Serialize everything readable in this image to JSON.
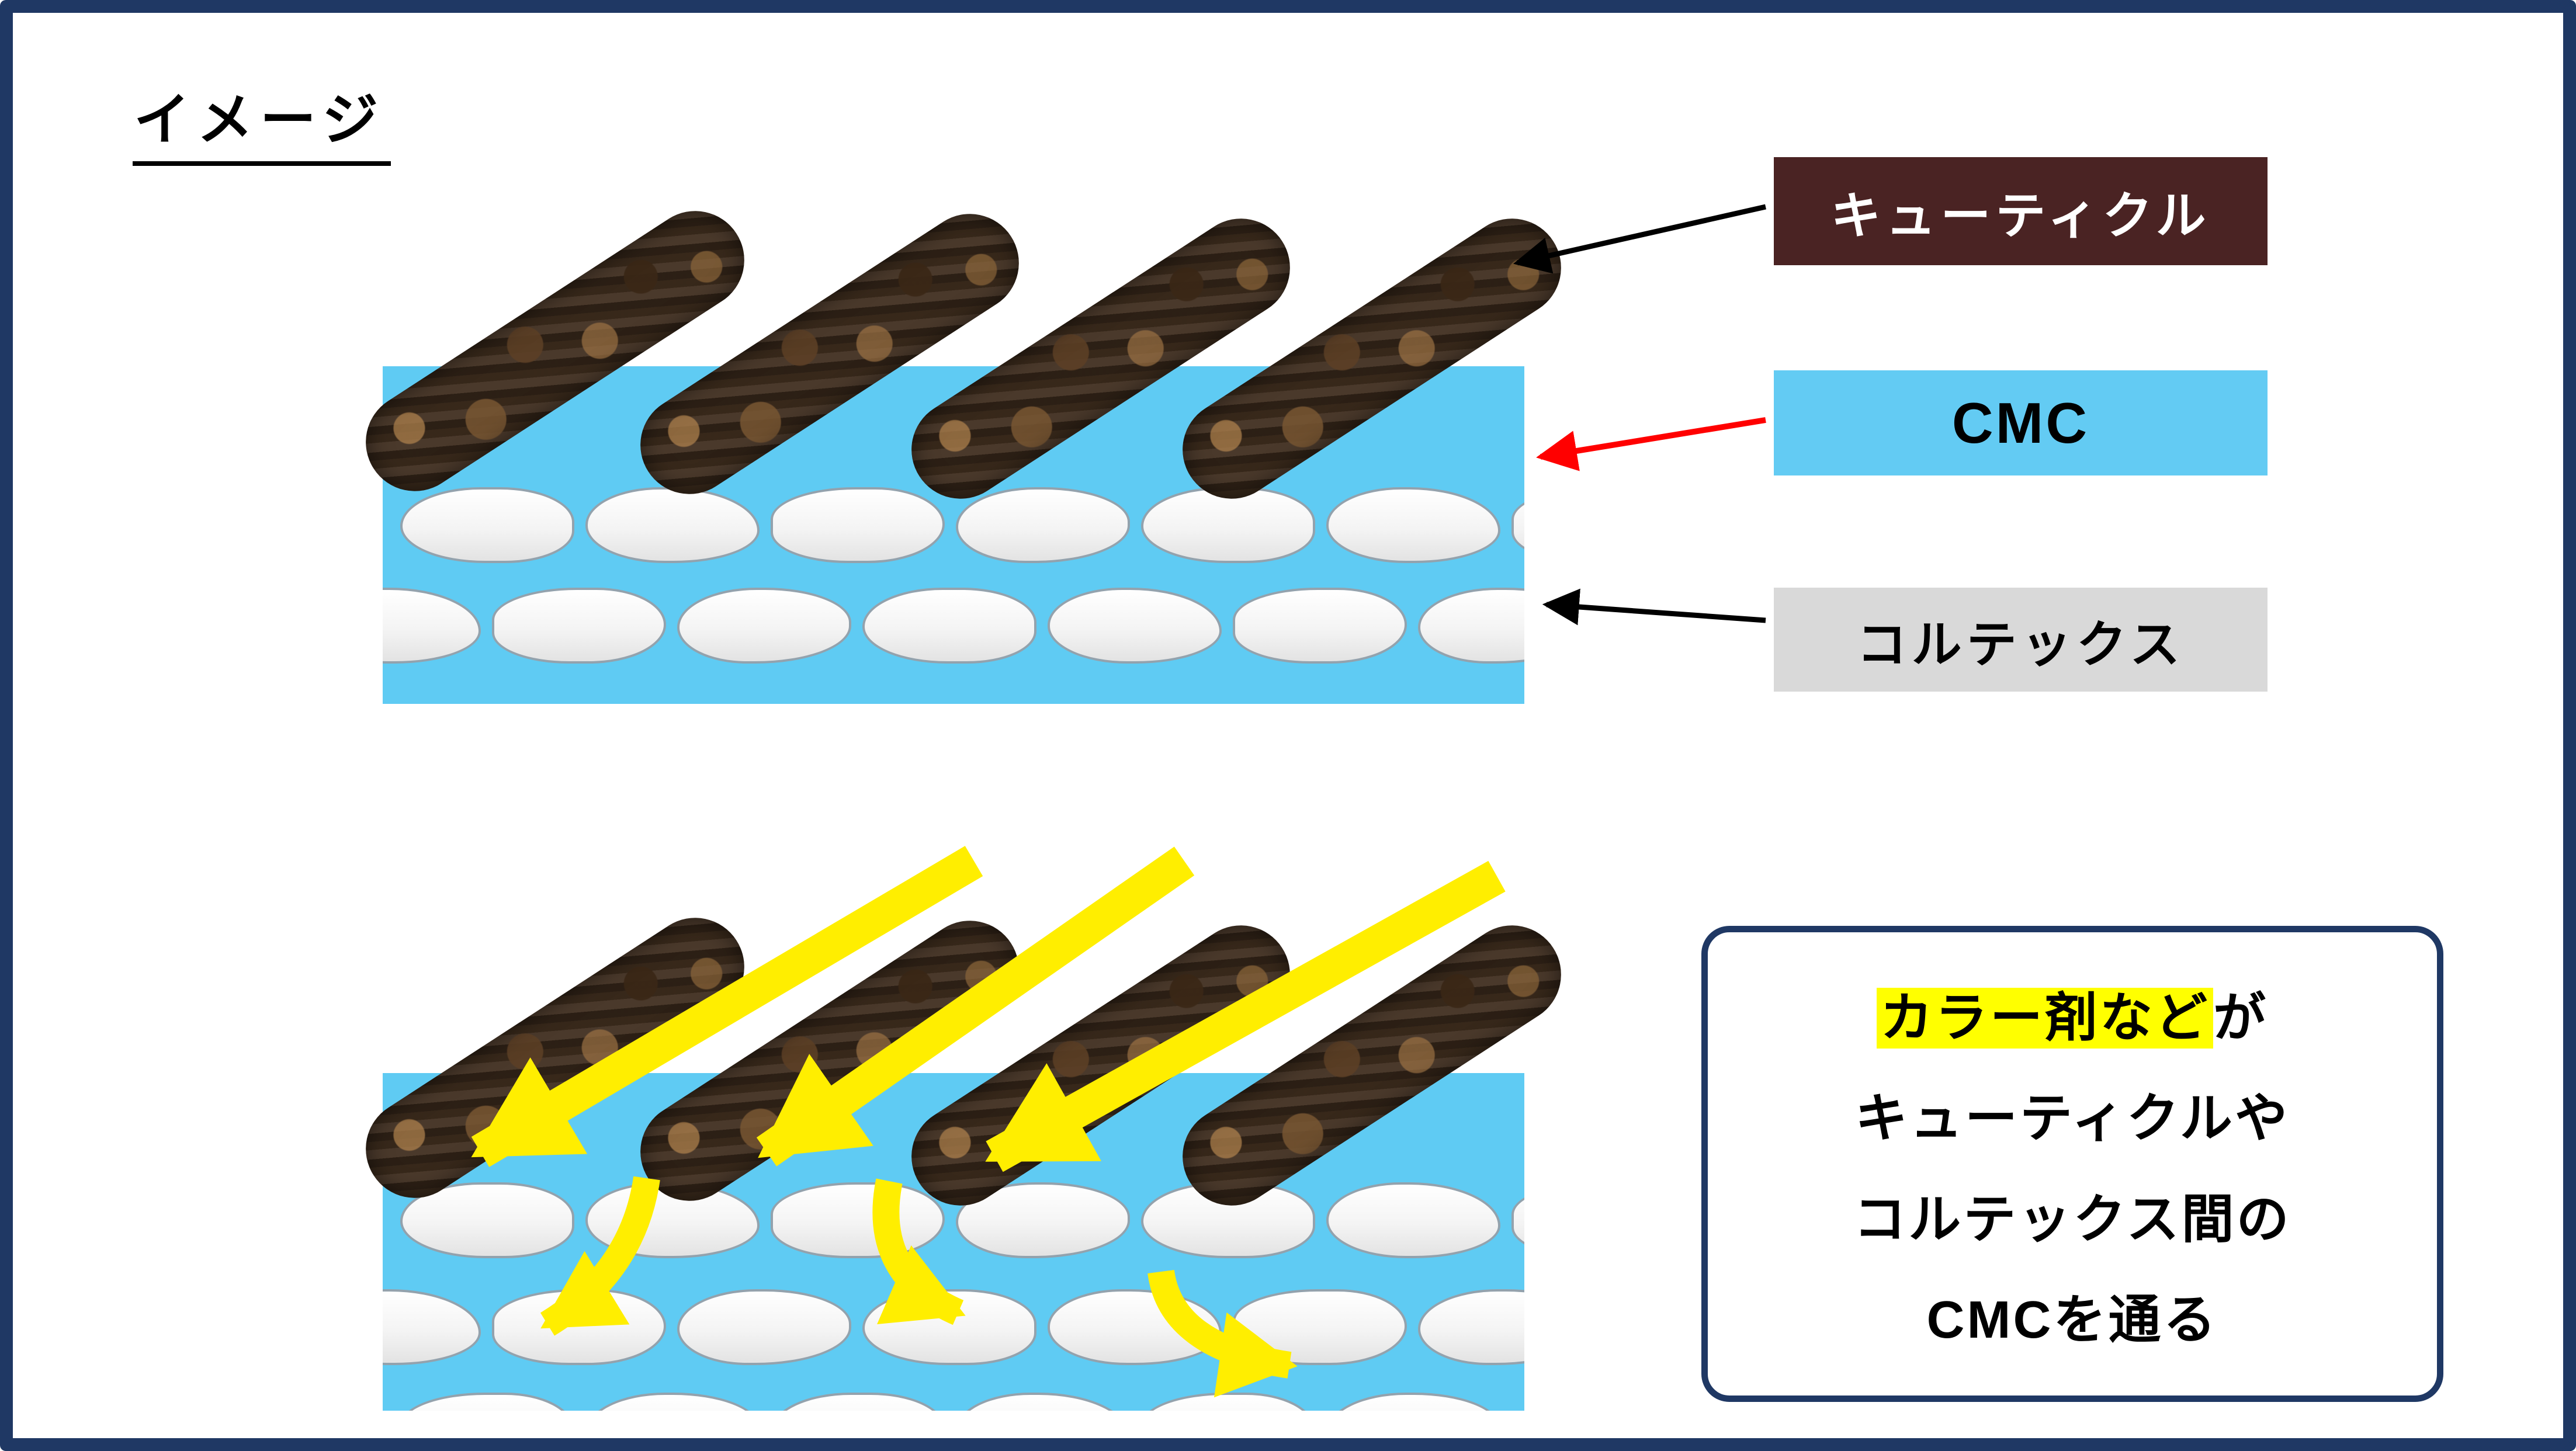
{
  "title": "イメージ",
  "labels": {
    "cuticle": "キューティクル",
    "cmc": "CMC",
    "cortex": "コルテックス"
  },
  "caption": {
    "line1_highlight": "カラー剤など",
    "line1_rest": "が",
    "line2": "キューティクルや",
    "line3": "コルテックス間の",
    "line4": "CMCを通る"
  },
  "colors": {
    "frame_navy": "#1F3864",
    "cuticle_label_bg": "#4A2323",
    "cmc_blue": "#63CBF3",
    "cortex_gray": "#D9D9D9",
    "cuticle_brown": "#3F2D1E",
    "highlight_yellow": "#FFFF00",
    "agent_arrow_yellow": "#FFEE00",
    "cmc_pointer_red": "#FF0000",
    "pointer_black": "#000000"
  }
}
